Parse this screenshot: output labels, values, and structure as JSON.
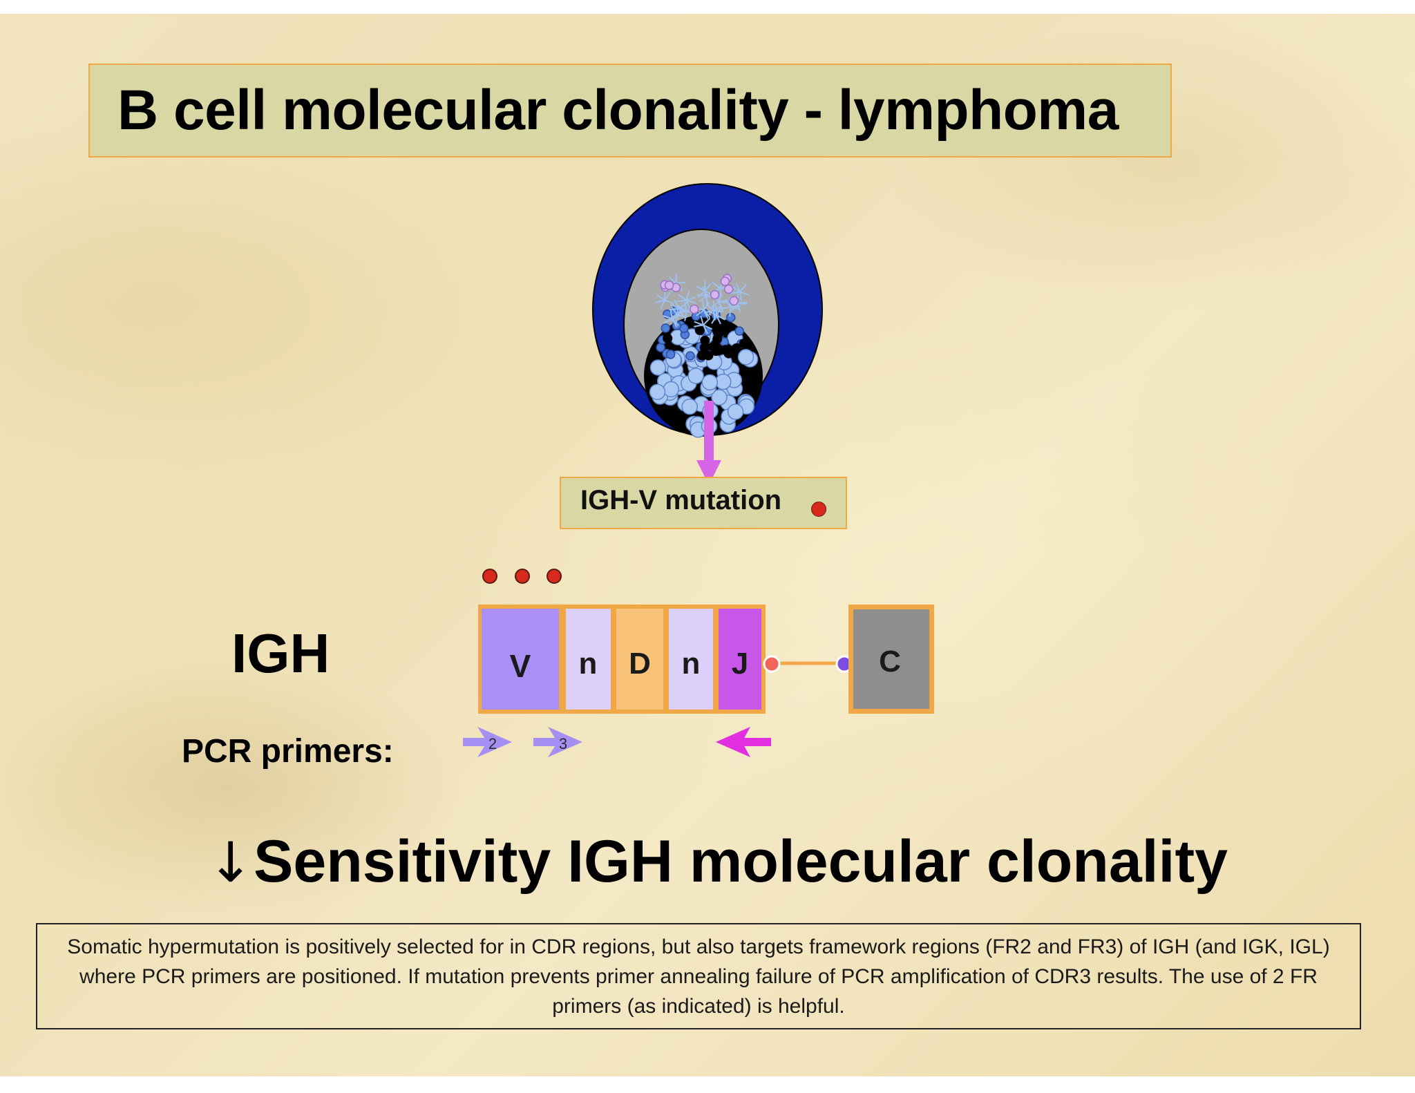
{
  "title": "B cell molecular clonality - lymphoma",
  "mutation_label": "IGH-V mutation",
  "gene_label": "IGH",
  "segments": [
    {
      "label": "V",
      "color": "#a98ff6"
    },
    {
      "label": "n",
      "color": "#dcd0f8"
    },
    {
      "label": "D",
      "color": "#f8c278"
    },
    {
      "label": "n",
      "color": "#dcd0f8"
    },
    {
      "label": "J",
      "color": "#c657e8"
    }
  ],
  "constant_segment": {
    "label": "C",
    "color": "#8e8e8e"
  },
  "pcr_label": "PCR primers:",
  "primers": [
    {
      "number": "2",
      "direction": "forward",
      "color": "#a68ff2"
    },
    {
      "number": "3",
      "direction": "forward",
      "color": "#a68ff2"
    },
    {
      "number": "",
      "direction": "reverse",
      "color": "#e02ee0"
    }
  ],
  "sensitivity_arrow": "↓",
  "sensitivity_label": "Sensitivity IGH molecular clonality",
  "footnote": "Somatic hypermutation is positively selected for in CDR regions, but also targets framework regions (FR2 and FR3) of IGH (and IGK, IGL) where PCR primers are positioned. If mutation prevents primer annealing failure of PCR amplification of CDR3 results. The use of 2 FR primers (as indicated) is helpful.",
  "colors": {
    "title_box": "#d9d7a3",
    "box_border": "#f0a847",
    "follicle_mantle": "#0a1fa6",
    "follicle_inner": "#a9a9a9",
    "germinal_center": "#000000",
    "centroblast": "#a9c8f4",
    "mutation_dot": "#d8291d",
    "link_line": "#f0a847"
  }
}
